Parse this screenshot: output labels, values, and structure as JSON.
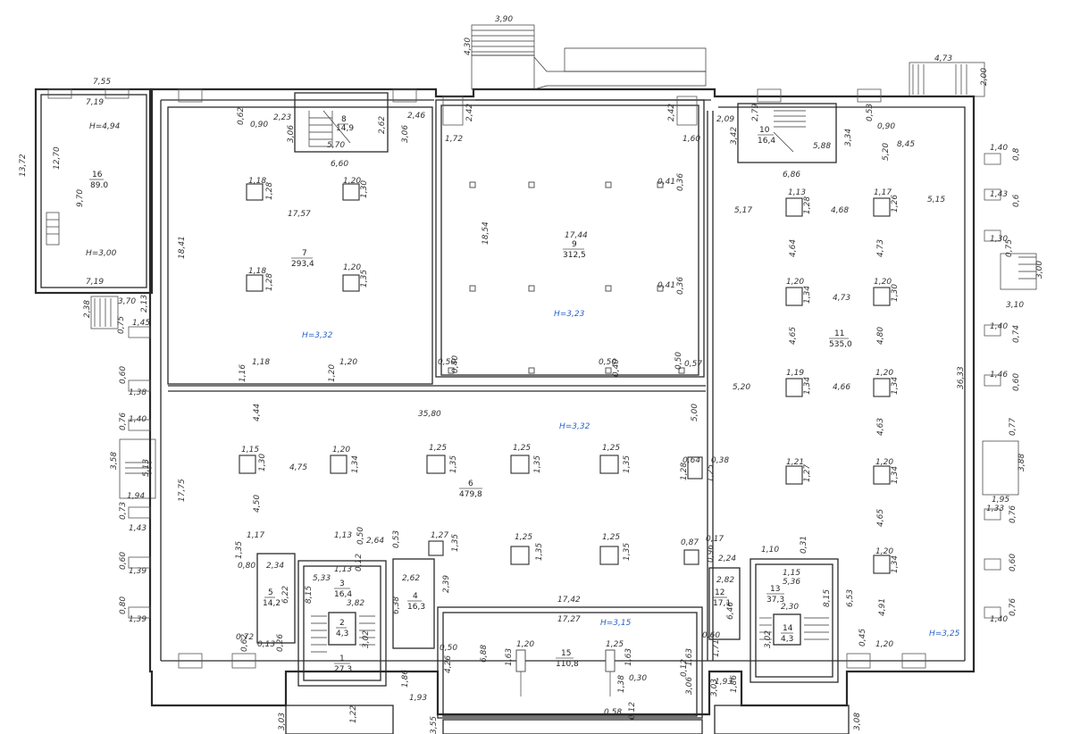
{
  "rooms": [
    {
      "number": "16",
      "area": "89.0"
    },
    {
      "number": "7",
      "area": "293,4"
    },
    {
      "number": "8",
      "area": "14,9"
    },
    {
      "number": "9",
      "area": "312,5"
    },
    {
      "number": "10",
      "area": "16,4"
    },
    {
      "number": "11",
      "area": "535,0"
    },
    {
      "number": "6",
      "area": "479,8"
    },
    {
      "number": "5",
      "area": "14,2"
    },
    {
      "number": "3",
      "area": "16,4"
    },
    {
      "number": "2",
      "area": "4,3"
    },
    {
      "number": "1",
      "area": "27,3"
    },
    {
      "number": "4",
      "area": "16,3"
    },
    {
      "number": "15",
      "area": "110,8"
    },
    {
      "number": "12",
      "area": "17,1"
    },
    {
      "number": "13",
      "area": "37,3"
    },
    {
      "number": "14",
      "area": "4,3"
    }
  ],
  "heights": {
    "h16_top": "H=4,94",
    "h16_bottom": "H=3,00",
    "h7": "H=3,32",
    "h9": "H=3,23",
    "h6": "H=3,32",
    "h15": "H=3,15",
    "h11": "H=3,25"
  },
  "dims": {
    "d_7_55": "7,55",
    "d_7_19a": "7,19",
    "d_13_72": "13,72",
    "d_12_70": "12,70",
    "d_9_70": "9,70",
    "d_7_19b": "7,19",
    "d_3_90": "3,90",
    "d_4_30": "4,30",
    "d_4_73": "4,73",
    "d_2_00": "2,00",
    "d_0_62": "0,62",
    "d_0_90a": "0,90",
    "d_2_23": "2,23",
    "d_3_06a": "3,06",
    "d_2_62": "2,62",
    "d_5_70": "5,70",
    "d_3_06b": "3,06",
    "d_2_46": "2,46",
    "d_6_60": "6,60",
    "d_2_42a": "2,42",
    "d_1_72": "1,72",
    "d_2_42b": "2,42",
    "d_1_60": "1,60",
    "d_2_09": "2,09",
    "d_2_79": "2,79",
    "d_3_42": "3,42",
    "d_5_88": "5,88",
    "d_6_86": "6,86",
    "d_3_34": "3,34",
    "d_0_53": "0,53",
    "d_0_90b": "0,90",
    "d_5_20a": "5,20",
    "d_8_45": "8,45",
    "d_18_41": "18,41",
    "d_17_57": "17,57",
    "d_18_54": "18,54",
    "d_17_44": "17,44",
    "d_1_18a": "1,18",
    "d_1_28a": "1,28",
    "d_1_20a": "1,20",
    "d_1_30a": "1,30",
    "d_1_18b": "1,18",
    "d_1_28b": "1,28",
    "d_1_20b": "1,20",
    "d_1_35a": "1,35",
    "d_0_41a": "0,41",
    "d_0_36a": "0,36",
    "d_0_41b": "0,41",
    "d_0_36b": "0,36",
    "d_1_16": "1,16",
    "d_1_18c": "1,18",
    "d_1_20c": "1,20",
    "d_1_20d": "1,20",
    "d_0_50a": "0,50",
    "d_0_40a": "0,40",
    "d_0_50b": "0,50",
    "d_0_40b": "0,40",
    "d_0_50c": "0,50",
    "d_0_57": "0,57",
    "d_2_38": "2,38",
    "d_3_70": "3,70",
    "d_2_13": "2,13",
    "d_1_45": "1,45",
    "d_0_75a": "0,75",
    "d_1_13a": "1,13",
    "d_1_28c": "1,28",
    "d_1_17a": "1,17",
    "d_1_26a": "1,26",
    "d_5_17": "5,17",
    "d_4_68": "4,68",
    "d_5_15": "5,15",
    "d_4_64": "4,64",
    "d_4_73a": "4,73",
    "d_1_20e": "1,20",
    "d_1_34a": "1,34",
    "d_4_73b": "4,73",
    "d_1_20f": "1,20",
    "d_1_30b": "1,30",
    "d_4_65a": "4,65",
    "d_4_80": "4,80",
    "d_36_33": "36,33",
    "d_5_20b": "5,20",
    "d_1_19": "1,19",
    "d_1_34b": "1,34",
    "d_4_66": "4,66",
    "d_1_20g": "1,20",
    "d_1_34c": "1,34",
    "d_1_40a": "1,40",
    "d_0_8": "0,8",
    "d_1_43a": "1,43",
    "d_0_6": "0,6",
    "d_1_30c": "1,30",
    "d_0_75b": "0,75",
    "d_3_00": "3,00",
    "d_3_10": "3,10",
    "d_1_40b": "1,40",
    "d_0_74": "0,74",
    "d_1_46": "1,46",
    "d_0_60a": "0,60",
    "d_0_60b": "0,60",
    "d_1_38": "1,38",
    "d_0_76a": "0,76",
    "d_1_40c": "1,40",
    "d_3_58": "3,58",
    "d_5_13": "5,13",
    "d_1_94": "1,94",
    "d_0_73": "0,73",
    "d_1_43b": "1,43",
    "d_0_60c": "0,60",
    "d_1_39a": "1,39",
    "d_0_80": "0,80",
    "d_1_39b": "1,39",
    "d_4_44": "4,44",
    "d_35_80": "35,80",
    "d_5_00": "5,00",
    "d_17_75": "17,75",
    "d_1_15": "1,15",
    "d_1_30d": "1,30",
    "d_4_75": "4,75",
    "d_1_20h": "1,20",
    "d_1_34d": "1,34",
    "d_1_25a": "1,25",
    "d_1_35b": "1,35",
    "d_1_25b": "1,25",
    "d_1_35c": "1,35",
    "d_1_25c": "1,25",
    "d_1_35d": "1,35",
    "d_0_64": "0,64",
    "d_1_28d": "1,28",
    "d_1_25d": "1,25",
    "d_0_38": "0,38",
    "d_4_50": "4,50",
    "d_4_63": "4,63",
    "d_1_21": "1,21",
    "d_1_27a": "1,27",
    "d_1_20i": "1,20",
    "d_1_34e": "1,34",
    "d_3_88": "3,88",
    "d_1_95": "1,95",
    "d_1_33": "1,33",
    "d_0_77": "0,77",
    "d_0_76b": "0,76",
    "d_0_60d": "0,60",
    "d_1_40d": "1,40",
    "d_0_76c": "0,76",
    "d_1_17b": "1,17",
    "d_1_35e": "1,35",
    "d_0_80b": "0,80",
    "d_2_34": "2,34",
    "d_1_13b": "1,13",
    "d_0_50d": "0,50",
    "d_2_64": "2,64",
    "d_0_53b": "0,53",
    "d_1_27b": "1,27",
    "d_1_35f": "1,35",
    "d_1_25e": "1,25",
    "d_1_35g": "1,35",
    "d_1_25f": "1,25",
    "d_1_35h": "1,35",
    "d_0_87": "0,87",
    "d_0_17": "0,17",
    "d_0_96": "0,96",
    "d_2_24": "2,24",
    "d_1_10": "1,10",
    "d_0_31": "0,31",
    "d_4_65b": "4,65",
    "d_1_20j": "1,20",
    "d_1_34f": "1,34",
    "d_5_33": "5,33",
    "d_1_13c": "1,13",
    "d_0_12a": "0,12",
    "d_2_62b": "2,62",
    "d_6_22": "6,22",
    "d_8_15a": "8,15",
    "d_3_82": "3,82",
    "d_6_38": "6,38",
    "d_2_39": "2,39",
    "d_17_42": "17,42",
    "d_17_27": "17,27",
    "d_2_82": "2,82",
    "d_6_46": "6,46",
    "d_1_15b": "1,15",
    "d_5_36": "5,36",
    "d_2_30": "2,30",
    "d_8_15b": "8,15",
    "d_6_53": "6,53",
    "d_4_91": "4,91",
    "d_0_72": "0,72",
    "d_0_62b": "0,62",
    "d_0_13": "0,13",
    "d_0_26": "0,26",
    "d_3_02a": "3,02",
    "d_3_02b": "3,02",
    "d_0_50e": "0,50",
    "d_6_88": "6,88",
    "d_1_20k": "1,20",
    "d_1_63a": "1,63",
    "d_1_25g": "1,25",
    "d_1_63b": "1,63",
    "d_1_63c": "1,63",
    "d_0_60e": "0,60",
    "d_1_71": "1,71",
    "d_0_12b": "0,12",
    "d_0_45": "0,45",
    "d_1_20l": "1,20",
    "d_4_26": "4,26",
    "d_1_38b": "1,38",
    "d_0_30": "0,30",
    "d_3_06c": "3,06",
    "d_1_93a": "1,93",
    "d_1_86a": "1,86",
    "d_1_93b": "1,93",
    "d_1_86b": "1,86",
    "d_3_03a": "3,03",
    "d_3_03b": "3,03",
    "d_1_22": "1,22",
    "d_3_55": "3,55",
    "d_0_58": "0,58",
    "d_0_12c": "0,12",
    "d_3_08": "3,08"
  }
}
